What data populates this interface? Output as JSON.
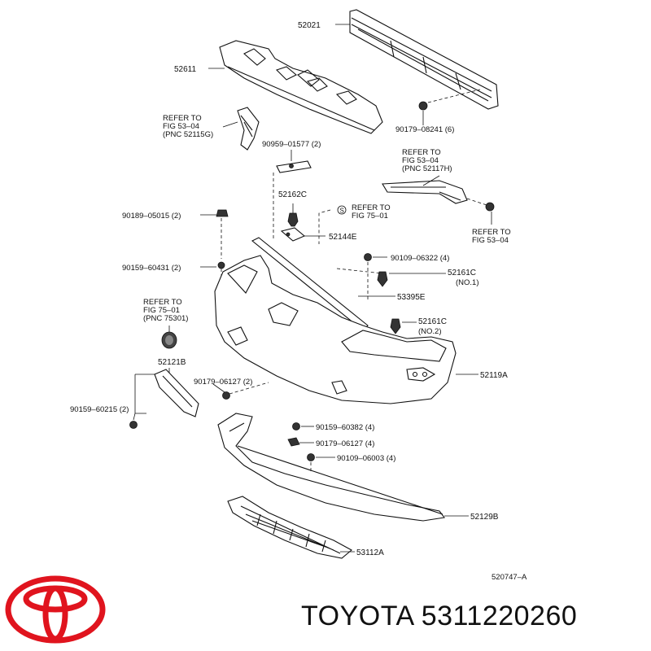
{
  "diagram": {
    "parts": [
      {
        "id": "p52021",
        "label": "52021"
      },
      {
        "id": "p52611",
        "label": "52611"
      },
      {
        "id": "p90179_08241",
        "label": "90179–08241 (6)"
      },
      {
        "id": "p90959",
        "label": "90959–01577 (2)"
      },
      {
        "id": "p52162C",
        "label": "52162C"
      },
      {
        "id": "p90189",
        "label": "90189–05015 (2)"
      },
      {
        "id": "p52144E",
        "label": "52144E"
      },
      {
        "id": "p90109_06322",
        "label": "90109–06322 (4)"
      },
      {
        "id": "p90159_60431",
        "label": "90159–60431 (2)"
      },
      {
        "id": "p52161C_1",
        "label": "52161C"
      },
      {
        "id": "p52161C_1n",
        "label": "(NO.1)"
      },
      {
        "id": "p53395E",
        "label": "53395E"
      },
      {
        "id": "p52161C_2",
        "label": "52161C"
      },
      {
        "id": "p52161C_2n",
        "label": "(NO.2)"
      },
      {
        "id": "p52121B",
        "label": "52121B"
      },
      {
        "id": "p52119A",
        "label": "52119A"
      },
      {
        "id": "p90179_06127a",
        "label": "90179–06127 (2)"
      },
      {
        "id": "p90159_60215",
        "label": "90159–60215 (2)"
      },
      {
        "id": "p90159_60382",
        "label": "90159–60382 (4)"
      },
      {
        "id": "p90179_06127b",
        "label": "90179–06127 (4)"
      },
      {
        "id": "p90109_06003",
        "label": "90109–06003 (4)"
      },
      {
        "id": "p52129B",
        "label": "52129B"
      },
      {
        "id": "p53112A",
        "label": "53112A"
      }
    ],
    "refer_notes": {
      "r1": [
        "REFER TO",
        "FIG 53–04",
        "(PNC 52115G)"
      ],
      "r2": [
        "REFER TO",
        "FIG 53–04",
        "(PNC 52117H)"
      ],
      "r3": [
        "REFER TO",
        "FIG 75–01"
      ],
      "r4": [
        "REFER TO",
        "FIG 53–04"
      ],
      "r5": [
        "REFER TO",
        "FIG 75–01",
        "(PNC 75301)"
      ]
    },
    "figure_code": "520747–A"
  },
  "footer": {
    "brand_text": "TOYOTA 5311220260"
  },
  "colors": {
    "logo_red": "#e0141e",
    "ink": "#111111"
  },
  "icons": {
    "logo": "toyota-logo-icon"
  }
}
